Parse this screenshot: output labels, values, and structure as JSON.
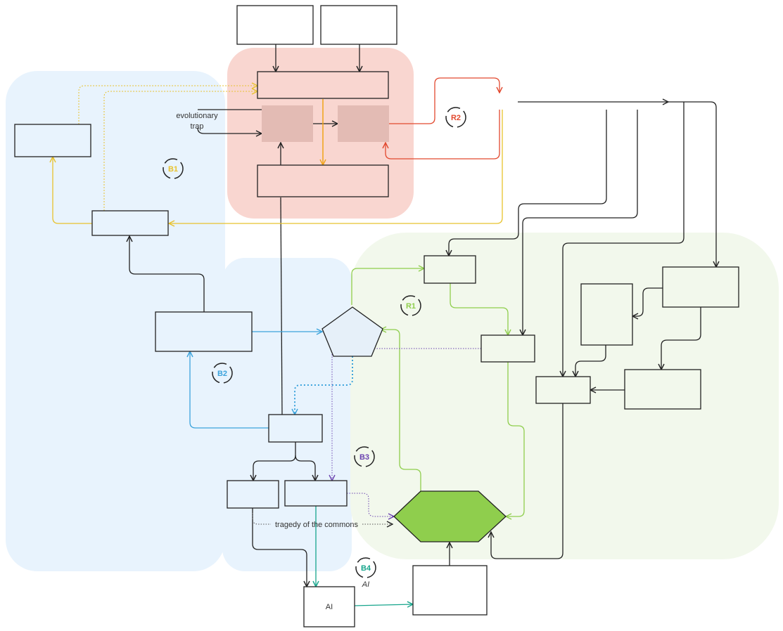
{
  "annotations": {
    "evolutionary_trap_line1": "evolutionary",
    "evolutionary_trap_line2": "trap",
    "tragedy_of_the_commons": "tragedy of the commons",
    "ai_node_label": "AI",
    "b4_sublabel": "AI"
  },
  "loops": {
    "b1": "B1",
    "r2": "R2",
    "r1": "R1",
    "b2": "B2",
    "b3": "B3",
    "b4": "B4"
  },
  "colors": {
    "zone_blue": "#e8f3fd",
    "zone_red": "#f9d6d0",
    "zone_green": "#f2f8ec",
    "inner_red_box": "#e3bbb4",
    "hexagon_fill": "#8fce4d",
    "pentagon_fill": "#e6f0f9",
    "yellow_arrow": "#e8c22d",
    "orange_arrow": "#f0a318",
    "red_arrow": "#e2492f",
    "blue_arrow": "#3ba3dc",
    "green_arrow": "#8fce4d",
    "purple_arrow": "#6b43b0",
    "teal_arrow": "#17a58c",
    "black_arrow": "#222222"
  }
}
